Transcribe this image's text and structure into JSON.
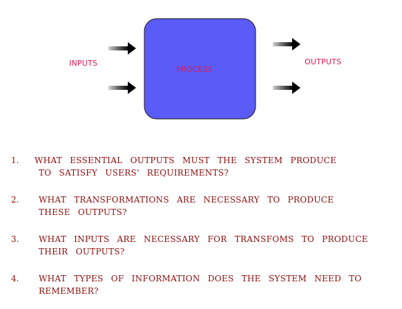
{
  "diagram": {
    "process_label": "PROCESS",
    "inputs_label": "INPUTS",
    "outputs_label": "OUTPUTS",
    "colors": {
      "process_fill": "#5b5bf7",
      "label_text": "#e0174f",
      "question_text": "#8b0a0a"
    },
    "icons": [
      "arrow-right-icon"
    ]
  },
  "questions": [
    {
      "number": "1.",
      "line1": "What essential outputs must the system produce",
      "line2": "to satisfy users' requirements?"
    },
    {
      "number": "2.",
      "line1": "What transformations are necessary to produce",
      "line2": "these outputs?"
    },
    {
      "number": "3.",
      "line1": "What inputs are necessary for transfoms to produce",
      "line2": "their outputs?"
    },
    {
      "number": "4.",
      "line1": "What types of information does the system need to",
      "line2": "remember?"
    }
  ]
}
